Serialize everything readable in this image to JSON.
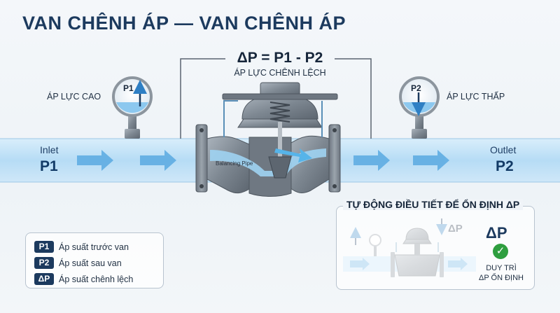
{
  "title": "VAN CHÊNH ÁP — VAN CHÊNH ÁP",
  "formula": "ΔP = P1 - P2",
  "formula_sub": "ÁP LỰC CHÊNH LỆCH",
  "left_side_label": "ÁP LỰC CAO",
  "right_side_label": "ÁP LỰC THẤP",
  "gauge_left": "P1",
  "gauge_right": "P2",
  "inlet_label": "Inlet",
  "inlet_p": "P1",
  "outlet_label": "Outlet",
  "outlet_p": "P2",
  "valve_label": "Balancing Pipe",
  "legend": [
    {
      "key": "P1",
      "text": "Áp suất trước van"
    },
    {
      "key": "P2",
      "text": "Áp suất sau van"
    },
    {
      "key": "ΔP",
      "text": "Áp suất chênh lệch"
    }
  ],
  "inset": {
    "title": "TỰ ĐỘNG ĐIỀU TIẾT ĐỂ ỔN ĐỊNH ΔP",
    "arrow_label": "ΔP",
    "dp": "ΔP",
    "check": "✓",
    "keep_line1": "DUY TRÌ",
    "keep_line2": "ΔP ỔN ĐỊNH"
  },
  "colors": {
    "title": "#1c3a5e",
    "pipe": "#bfe0f7",
    "arrow": "#4b9fdb",
    "valve": "#7c8792",
    "check": "#2e9e3f"
  }
}
